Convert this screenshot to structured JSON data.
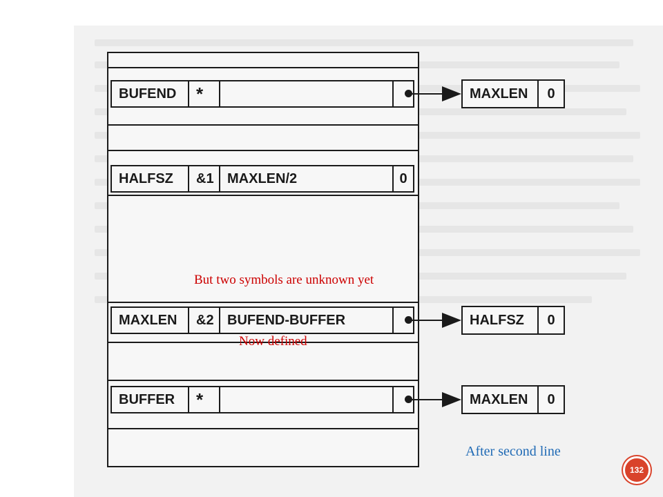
{
  "diagram": {
    "entries": [
      {
        "symbol": "BUFEND",
        "flag": "*",
        "expression": "",
        "value": "",
        "ref": {
          "name": "MAXLEN",
          "value": "0"
        }
      },
      {
        "symbol": "HALFSZ",
        "flag": "&1",
        "expression": "MAXLEN/2",
        "value": "0",
        "ref": null
      },
      {
        "symbol": "MAXLEN",
        "flag": "&2",
        "expression": "BUFEND-BUFFER",
        "value": "",
        "ref": {
          "name": "HALFSZ",
          "value": "0"
        }
      },
      {
        "symbol": "BUFFER",
        "flag": "*",
        "expression": "",
        "value": "",
        "ref": {
          "name": "MAXLEN",
          "value": "0"
        }
      }
    ]
  },
  "annotations": {
    "unknown_note": "But two symbols are unknown yet",
    "defined_note": "Now defined",
    "caption": "After second line"
  },
  "slide": {
    "page_number": "132"
  },
  "colors": {
    "annotation": "#cc0000",
    "caption": "#1f6ab5",
    "badge": "#d9432b"
  }
}
